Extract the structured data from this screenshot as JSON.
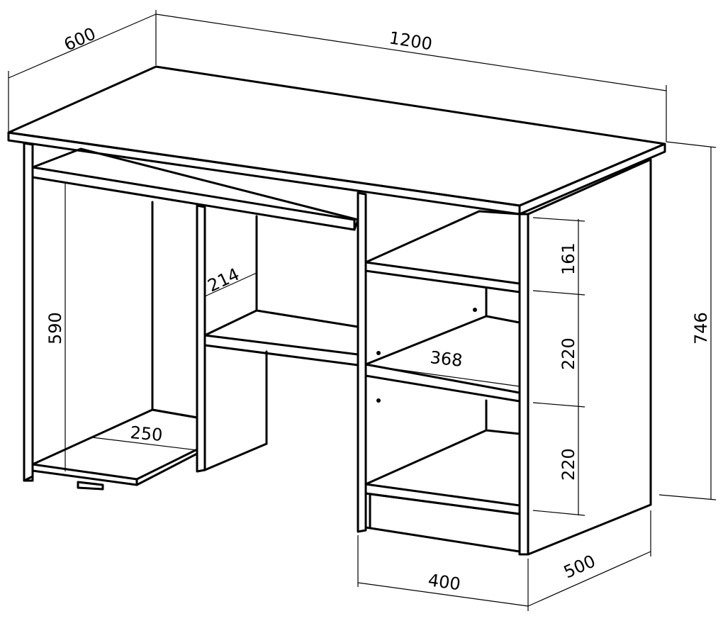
{
  "dimensions": {
    "depth_top": "600",
    "width_top": "1200",
    "height_total": "746",
    "height_left_opening": "590",
    "shelf_depth_center": "214",
    "foot_shelf_width": "250",
    "shelf_width_right": "368",
    "shelf_height_top": "161",
    "shelf_height_middle": "220",
    "shelf_height_bottom": "220",
    "pedestal_width": "400",
    "pedestal_depth": "500"
  }
}
